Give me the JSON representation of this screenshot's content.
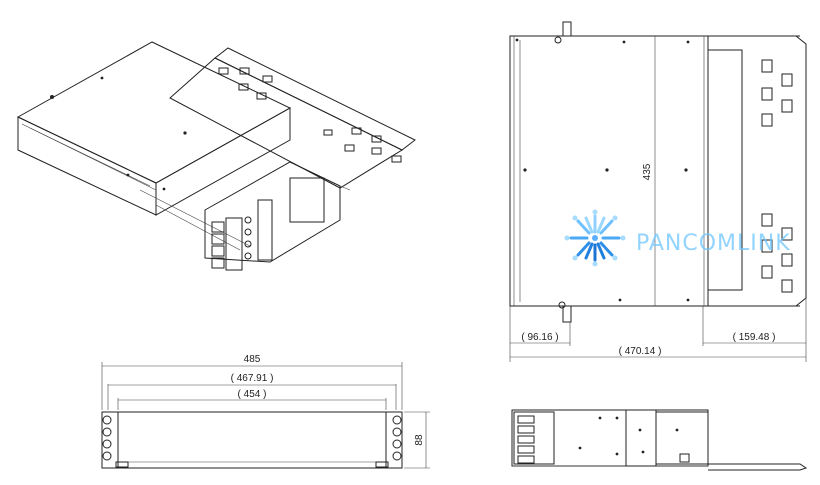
{
  "dimensions": {
    "front_total_width": "485",
    "front_mid_width": "( 467.91 )",
    "front_inner_width": "( 454 )",
    "front_height": "88",
    "top_depth": "435",
    "top_left_offset": "( 96.16 )",
    "top_total_width": "( 470.14 )",
    "top_tray_width": "( 159.48 )"
  },
  "watermark": {
    "text": "PANCOMLINK",
    "color": "#6ec6ff"
  }
}
